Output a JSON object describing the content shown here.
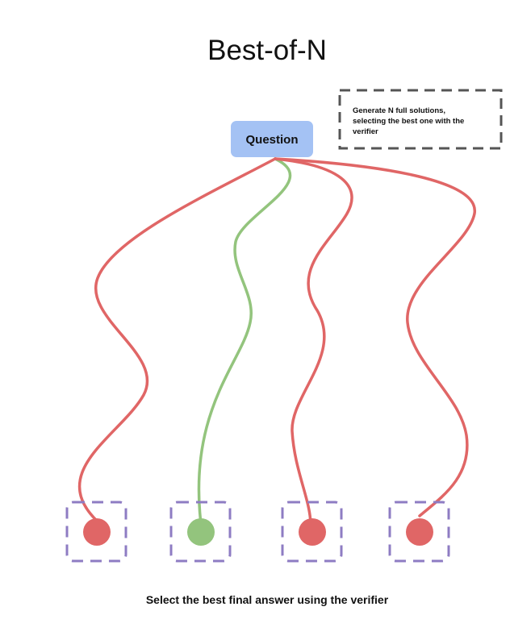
{
  "diagram": {
    "title": "Best-of-N",
    "question": {
      "label": "Question",
      "fill": "#a4c2f4"
    },
    "note": {
      "lines": [
        "Generate N full solutions,",
        "selecting the best one with the",
        "verifier"
      ]
    },
    "colors": {
      "incorrect": "#e06666",
      "correct": "#93c47d",
      "candidate_border": "#8e7cc3",
      "note_border": "#555555"
    },
    "candidates": [
      {
        "status": "incorrect"
      },
      {
        "status": "correct"
      },
      {
        "status": "incorrect"
      },
      {
        "status": "incorrect"
      }
    ],
    "footer": "Select the best final answer using the verifier"
  }
}
